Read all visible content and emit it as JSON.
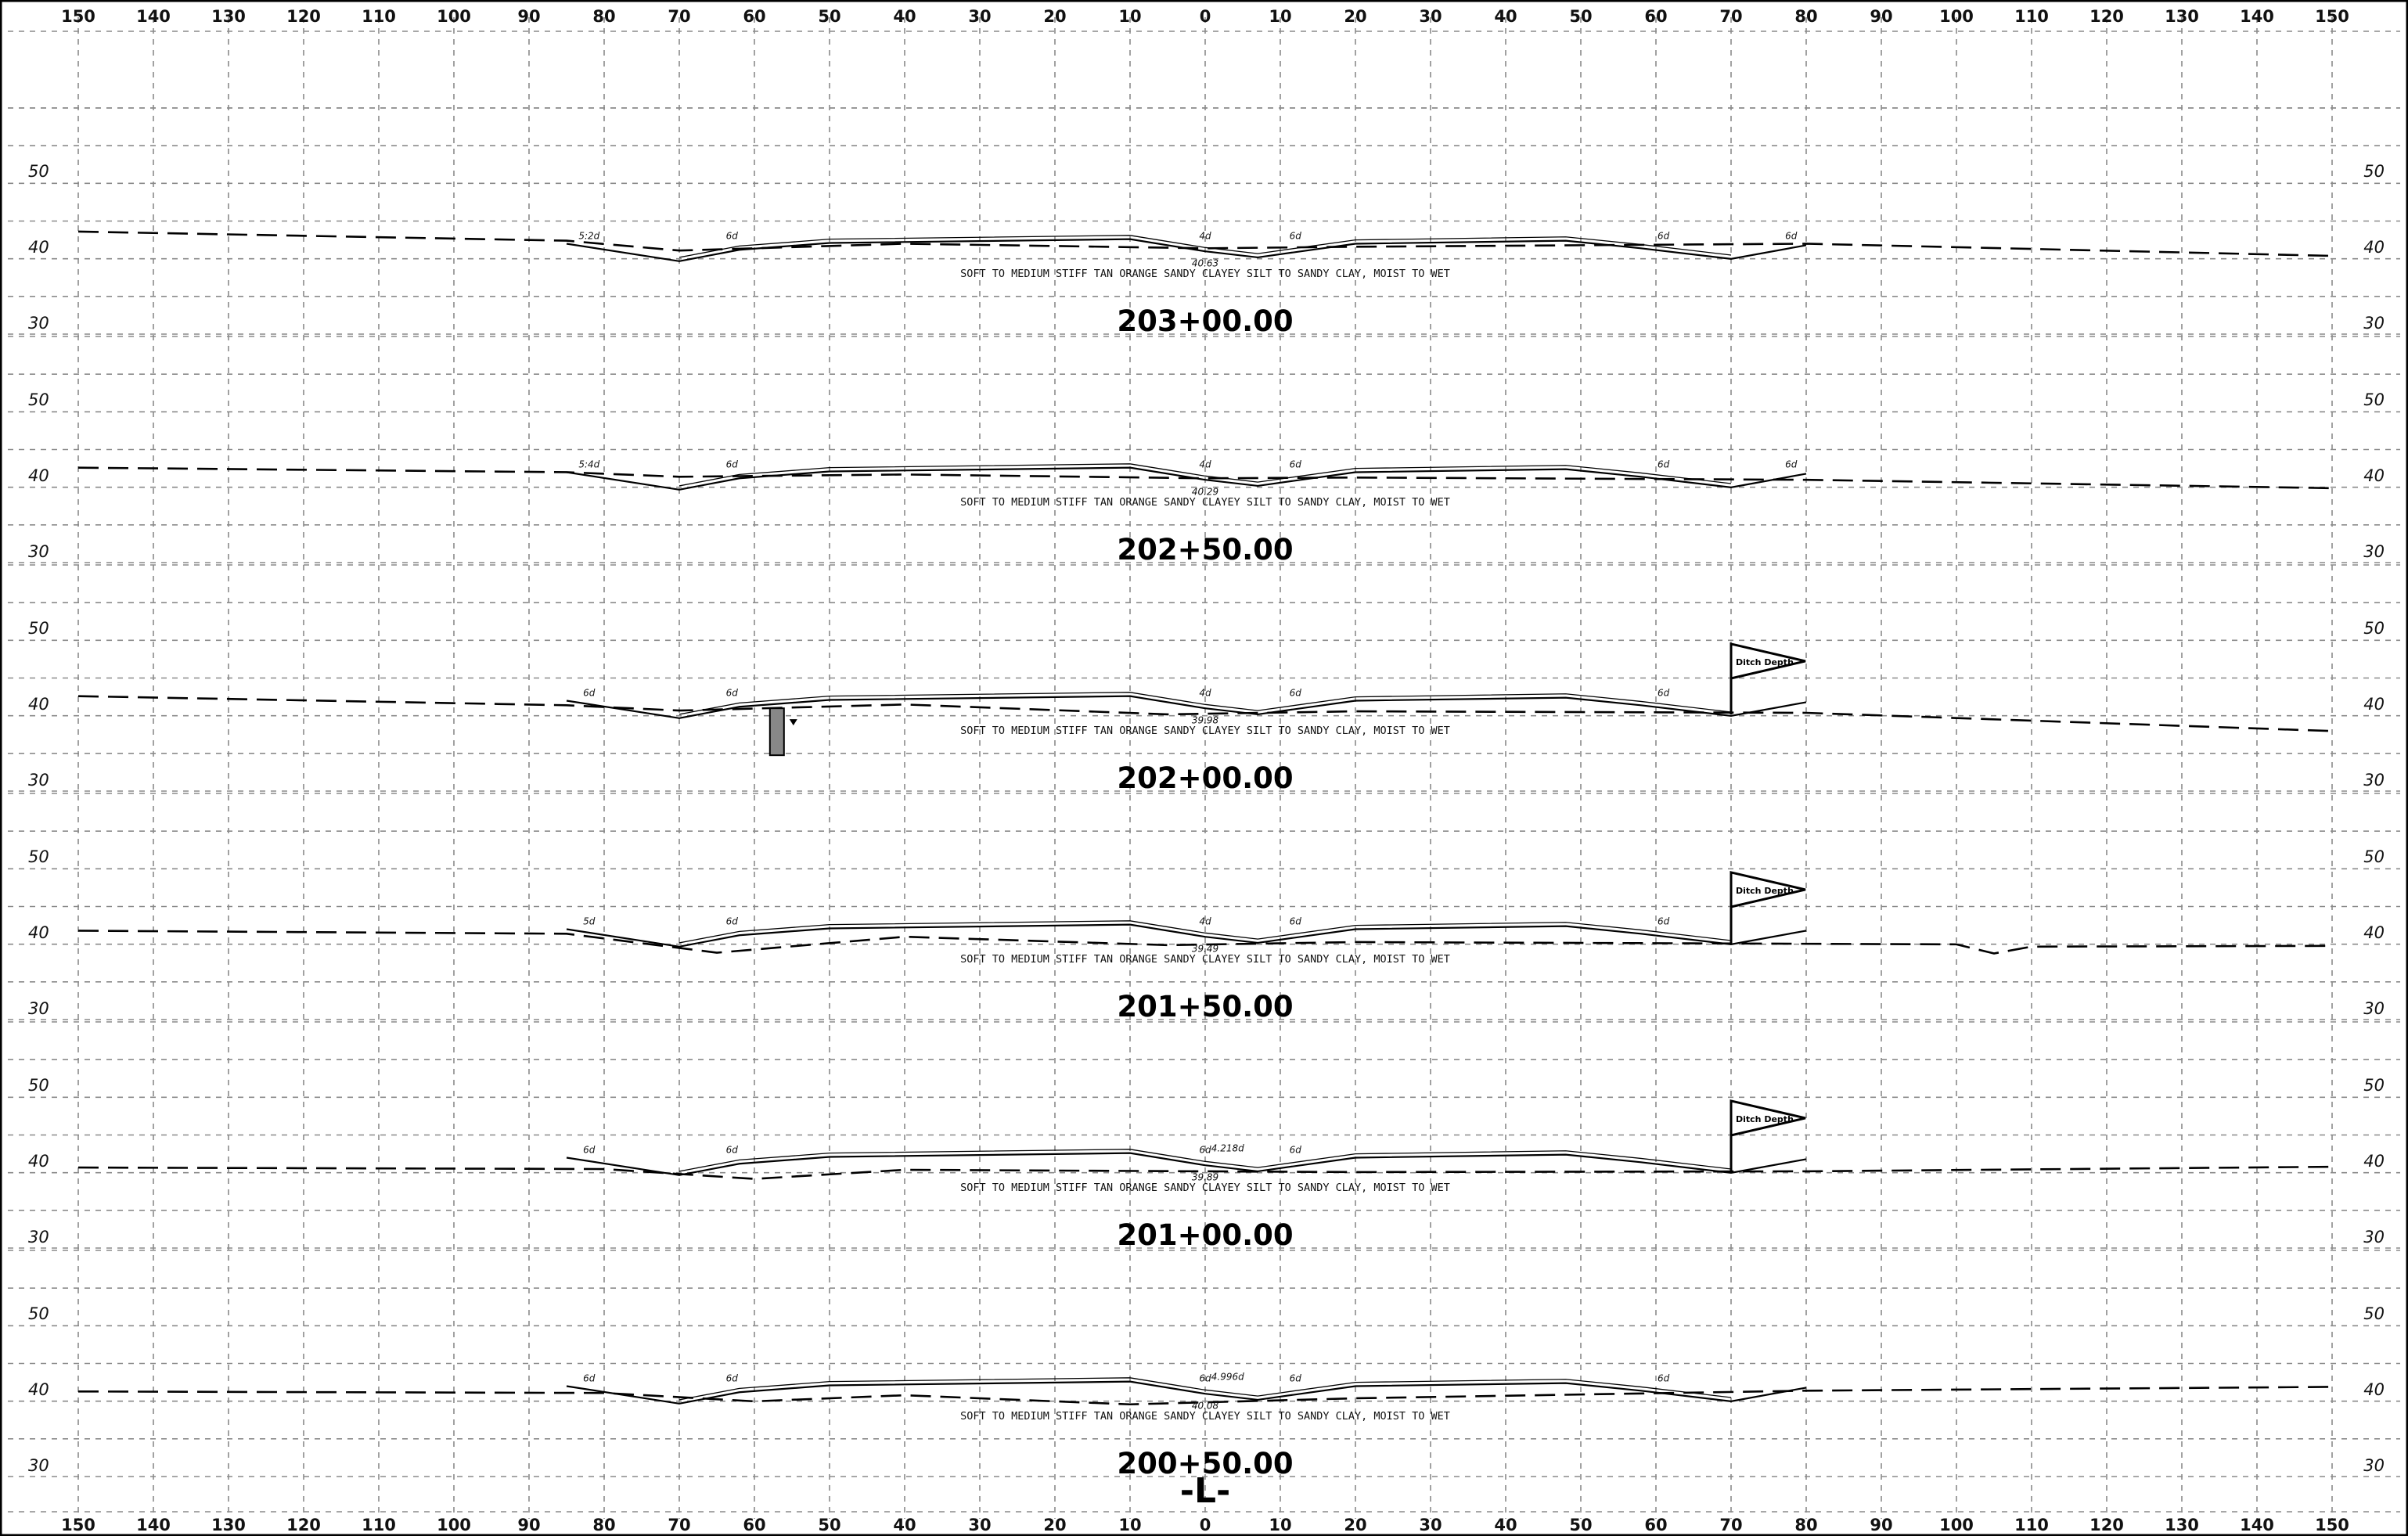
{
  "sheet": {
    "top_axis": [
      "150",
      "140",
      "130",
      "120",
      "110",
      "100",
      "90",
      "80",
      "70",
      "60",
      "50",
      "40",
      "30",
      "20",
      "10",
      "0",
      "10",
      "20",
      "30",
      "40",
      "50",
      "60",
      "70",
      "80",
      "90",
      "100",
      "110",
      "120",
      "130",
      "140",
      "150"
    ],
    "bottom_axis": [
      "150",
      "140",
      "130",
      "120",
      "110",
      "100",
      "90",
      "80",
      "70",
      "60",
      "50",
      "40",
      "30",
      "20",
      "10",
      "0",
      "10",
      "20",
      "30",
      "40",
      "50",
      "60",
      "70",
      "80",
      "90",
      "100",
      "110",
      "120",
      "130",
      "140",
      "150"
    ],
    "centerline_label": "-L-",
    "flag_label": "Ditch Depth",
    "sections": [
      {
        "station": "203+00.00",
        "soil": "SOFT TO MEDIUM STIFF TAN ORANGE SANDY CLAYEY SILT TO SANDY CLAY, MOIST TO WET",
        "elevations": [
          "50",
          "40",
          "30"
        ],
        "center_value": "40.63",
        "slope_labels": [
          "5:2d",
          "6d",
          "4d",
          "6d",
          "6d",
          "6d"
        ],
        "flag": false
      },
      {
        "station": "202+50.00",
        "soil": "SOFT TO MEDIUM STIFF TAN ORANGE SANDY CLAYEY SILT TO SANDY CLAY, MOIST TO WET",
        "elevations": [
          "50",
          "40",
          "30"
        ],
        "center_value": "40.29",
        "slope_labels": [
          "5:4d",
          "6d",
          "4d",
          "6d",
          "6d",
          "6d"
        ],
        "flag": false
      },
      {
        "station": "202+00.00",
        "soil": "SOFT TO MEDIUM STIFF TAN ORANGE SANDY CLAYEY SILT TO SANDY CLAY, MOIST TO WET",
        "elevations": [
          "50",
          "40",
          "30"
        ],
        "center_value": "39.98",
        "slope_labels": [
          "6d",
          "6d",
          "4d",
          "6d",
          "6d"
        ],
        "flag": true
      },
      {
        "station": "201+50.00",
        "soil": "SOFT TO MEDIUM STIFF TAN ORANGE SANDY CLAYEY SILT TO SANDY CLAY, MOIST TO WET",
        "elevations": [
          "50",
          "40",
          "30"
        ],
        "center_value": "39.49",
        "slope_labels": [
          "5d",
          "6d",
          "4d",
          "6d",
          "6d"
        ],
        "flag": true
      },
      {
        "station": "201+00.00",
        "soil": "SOFT TO MEDIUM STIFF TAN ORANGE SANDY CLAYEY SILT TO SANDY CLAY, MOIST TO WET",
        "elevations": [
          "50",
          "40",
          "30"
        ],
        "center_value": "39.89",
        "center_top": "4.218d",
        "slope_labels": [
          "6d",
          "6d",
          "6d",
          "6d"
        ],
        "flag": true
      },
      {
        "station": "200+50.00",
        "soil": "SOFT TO MEDIUM STIFF TAN ORANGE SANDY CLAYEY SILT TO SANDY CLAY, MOIST TO WET",
        "elevations": [
          "50",
          "40",
          "30"
        ],
        "center_value": "40.08",
        "center_top": "4.996d",
        "slope_labels": [
          "6d",
          "6d",
          "6d",
          "6d",
          "6d"
        ],
        "flag": false
      }
    ]
  }
}
